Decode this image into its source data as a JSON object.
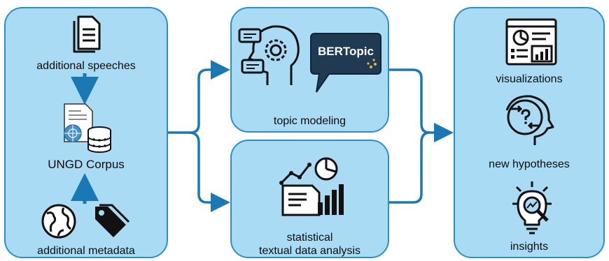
{
  "input_panel": {
    "additional_speeches_label": "additional speeches",
    "corpus_label": "UNGD Corpus",
    "additional_metadata_label": "additional metadata"
  },
  "topic_panel": {
    "bertopic_logo_text": "BERTopic",
    "label": "topic modeling"
  },
  "stats_panel": {
    "label_line1": "statistical",
    "label_line2": "textual data analysis"
  },
  "output_panel": {
    "visualizations_label": "visualizations",
    "new_hypotheses_label": "new hypotheses",
    "insights_label": "insights"
  },
  "colors": {
    "panel_fill": "#a9dcf4",
    "panel_border": "#2a8fcb",
    "arrow": "#1a78b5",
    "bertopic_bubble": "#1f3a52",
    "bertopic_text": "#ffffff"
  },
  "icons": [
    "documents-icon",
    "un-document-database-icon",
    "globe-icon",
    "tags-icon",
    "head-gear-chat-icon",
    "bertopic-speech-bubble-icon",
    "analytics-report-icon",
    "dashboard-icon",
    "head-question-arrows-icon",
    "lightbulb-magnifier-icon"
  ]
}
